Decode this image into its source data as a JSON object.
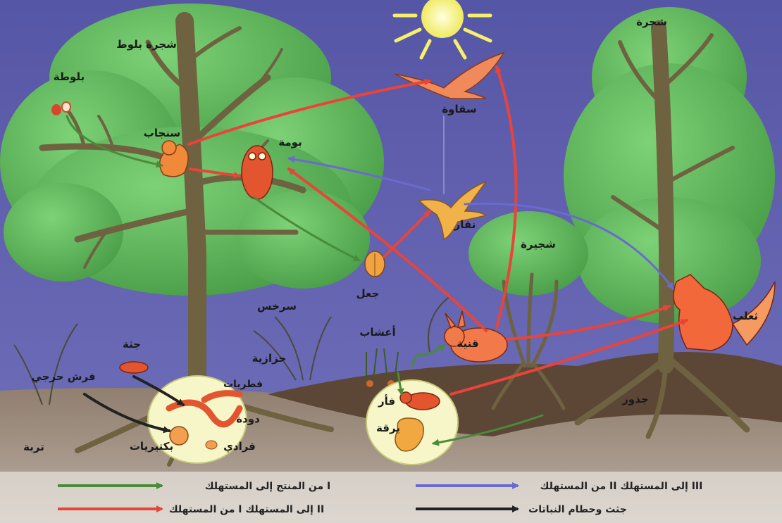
{
  "labels": {
    "oak_tree": "شجرة بلوط",
    "acorn": "بلوطة",
    "squirrel": "سنجاب",
    "owl": "بومة",
    "falcon": "سقاوة",
    "woodpecker": "نقار",
    "tree": "شجرة",
    "shrub": "شجيرة",
    "beetle": "جعل",
    "fern": "سرخس",
    "herbs": "أعشاب",
    "hare": "قنية",
    "fox": "ثعلب",
    "corpse": "جثة",
    "ground_beetle": "فرش حرجي",
    "moss": "حزازية",
    "fungi": "فطريات",
    "worm": "دودة",
    "bacteria": "بكتيريات",
    "mites": "قرادي",
    "soil": "تربة",
    "mouse": "فأر",
    "larva": "يرقة",
    "roots": "جذور"
  },
  "legend": {
    "green": "من المنتج إلى المستهلك I",
    "red": "من المستهلك I إلى المستهلك II",
    "blue": "من المستهلك II إلى المستهلك III",
    "black": "جثث وحطام النباتات"
  },
  "colors": {
    "sky": "#5a5aa8",
    "foliage": "#5cb85a",
    "trunk": "#6e6240",
    "soil": "#8c7a6e",
    "arrow_green": "#4a8a3a",
    "arrow_red": "#e8443a",
    "arrow_blue": "#6a6ad0",
    "arrow_black": "#222222",
    "sun": "#f7f06a"
  }
}
